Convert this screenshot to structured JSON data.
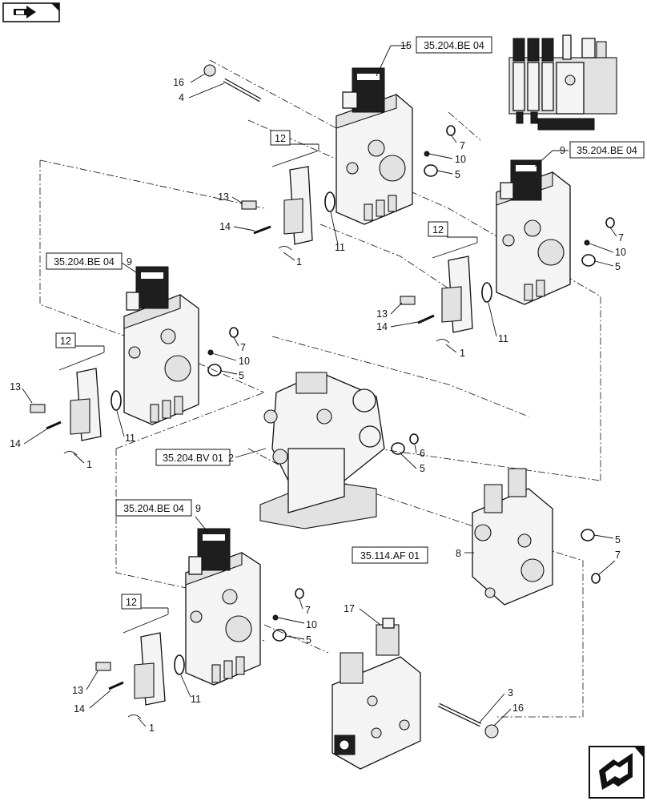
{
  "callouts": {
    "c1a": "1",
    "c1b": "1",
    "c1c": "1",
    "c1d": "1",
    "c2": "2",
    "c3": "3",
    "c4": "4",
    "c5a": "5",
    "c5b": "5",
    "c5c": "5",
    "c5d": "5",
    "c5e": "5",
    "c5f": "5",
    "c6": "6",
    "c7a": "7",
    "c7b": "7",
    "c7c": "7",
    "c7d": "7",
    "c7e": "7",
    "c8": "8",
    "c9a": "9",
    "c9b": "9",
    "c9c": "9",
    "c10a": "10",
    "c10b": "10",
    "c10c": "10",
    "c10d": "10",
    "c11a": "11",
    "c11b": "11",
    "c11c": "11",
    "c11d": "11",
    "c12a": "12",
    "c12b": "12",
    "c12c": "12",
    "c12d": "12",
    "c13a": "13",
    "c13b": "13",
    "c13c": "13",
    "c13d": "13",
    "c14a": "14",
    "c14b": "14",
    "c14c": "14",
    "c14d": "14",
    "c15": "15",
    "c16a": "16",
    "c16b": "16",
    "c17": "17"
  },
  "references": {
    "be04_top": "35.204.BE 04",
    "be04_right": "35.204.BE 04",
    "be04_left": "35.204.BE 04",
    "be04_bottom": "35.204.BE 04",
    "bv01": "35.204.BV 01",
    "af01": "35.114.AF 01"
  },
  "icons": {
    "top_left": "book-arrow-icon",
    "bottom_right": "next-page-arrow-icon"
  }
}
